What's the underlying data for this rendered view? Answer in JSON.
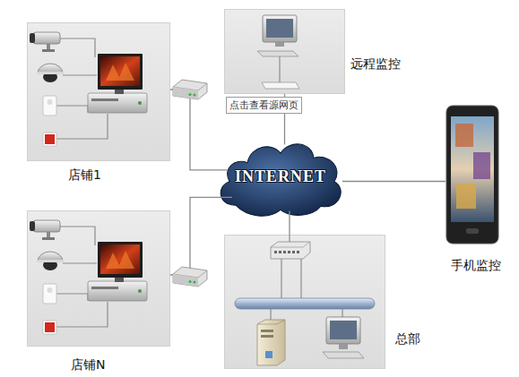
{
  "diagram": {
    "nodes": [
      {
        "text": [
          "店铺1"
        ]
      },
      {
        "text": [
          "远程监控"
        ]
      },
      {
        "text": [
          "INTERNET"
        ]
      },
      {
        "text": [
          "手机监控"
        ]
      },
      {
        "text": [
          "店铺N"
        ]
      },
      {
        "text": [
          "总部"
        ]
      }
    ],
    "edges": [
      {
        "from": 0,
        "to": 2,
        "arrow": "none"
      },
      {
        "from": 1,
        "to": 2,
        "arrow": "none"
      },
      {
        "from": 2,
        "to": 3,
        "arrow": "none"
      },
      {
        "from": 4,
        "to": 2,
        "arrow": "none"
      },
      {
        "from": 5,
        "to": 2,
        "arrow": "none"
      }
    ],
    "labels": [
      "点击查看源网页"
    ]
  }
}
